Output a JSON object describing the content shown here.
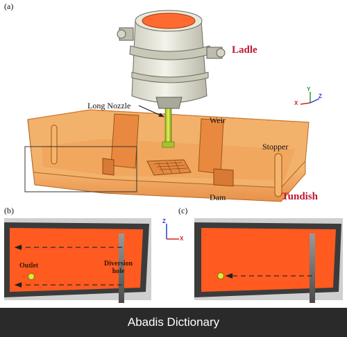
{
  "panels": {
    "a": "(a)",
    "b": "(b)",
    "c": "(c)"
  },
  "labels": {
    "ladle": "Ladle",
    "long_nozzle": "Long Nozzle",
    "weir": "Weir",
    "stopper": "Stopper",
    "dam": "Dam",
    "tundish": "Tundish",
    "outlet": "Outlet",
    "diversion_hole_line1": "Diversion",
    "diversion_hole_line2": "hole"
  },
  "axes_a": {
    "y": "Y",
    "z": "Z",
    "x": "X"
  },
  "axes_b": {
    "z": "Z",
    "x": "X"
  },
  "footer": {
    "brand": "Abadis Dictionary"
  },
  "colors": {
    "tundish_orange": "#f5a55a",
    "steel_fill": "#ff5a1f",
    "label_red": "#c0152f",
    "footer_bg": "#2a2a2a"
  }
}
